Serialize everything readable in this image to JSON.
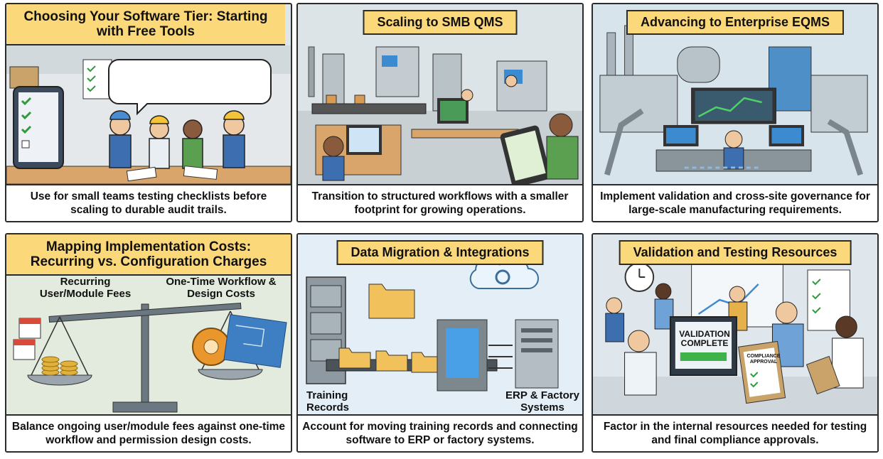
{
  "panels": [
    {
      "title": "Choosing Your Software Tier: Starting with Free Tools",
      "caption": "Use for small teams testing checklists before scaling to durable audit trails."
    },
    {
      "title": "Scaling to SMB QMS",
      "caption": "Transition to structured workflows with a smaller footprint for growing operations."
    },
    {
      "title": "Advancing to Enterprise EQMS",
      "caption": "Implement validation and cross-site governance for large-scale manufacturing requirements."
    },
    {
      "title": "Mapping Implementation Costs: Recurring vs. Configuration Charges",
      "caption": "Balance ongoing user/module fees against one-time workflow and permission design costs.",
      "labels": {
        "left": "Recurring User/Module Fees",
        "right": "One-Time Workflow & Design Costs"
      }
    },
    {
      "title": "Data Migration & Integrations",
      "caption": "Account for moving training records and connecting software to ERP or factory systems.",
      "labels": {
        "left": "Training Records",
        "right": "ERP & Factory Systems"
      }
    },
    {
      "title": "Validation and Testing Resources",
      "caption": "Factor in the internal resources needed for testing and final compliance approvals.",
      "labels": {
        "screen": "VALIDATION COMPLETE",
        "clipboard": "COMPLIANCE APPROVAL"
      }
    }
  ],
  "colors": {
    "title_band": "#fbd87a",
    "border": "#2b2b2b",
    "caption_bg": "#ffffff"
  }
}
